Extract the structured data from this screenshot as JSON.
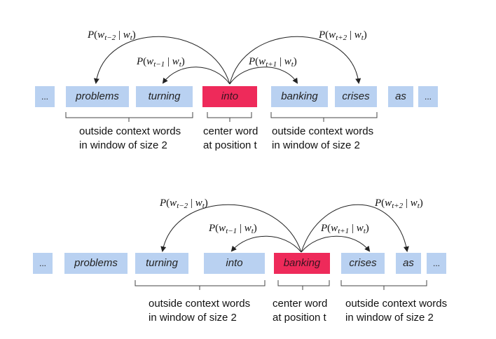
{
  "diagram_1": {
    "words": [
      "...",
      "problems",
      "turning",
      "into",
      "banking",
      "crises",
      "as",
      "..."
    ],
    "center_word": "into",
    "probabilities": {
      "p_minus2": {
        "w": "w",
        "sub": "t−2",
        "cond": "w",
        "csub": "t"
      },
      "p_minus1": {
        "w": "w",
        "sub": "t−1",
        "cond": "w",
        "csub": "t"
      },
      "p_plus1": {
        "w": "w",
        "sub": "t+1",
        "cond": "w",
        "csub": "t"
      },
      "p_plus2": {
        "w": "w",
        "sub": "t+2",
        "cond": "w",
        "csub": "t"
      }
    },
    "labels": {
      "left_line1": "outside context words",
      "left_line2": "in window of size 2",
      "center_line1": "center word",
      "center_line2": "at position t",
      "right_line1": "outside context words",
      "right_line2": "in window of size 2"
    }
  },
  "diagram_2": {
    "words": [
      "...",
      "problems",
      "turning",
      "into",
      "banking",
      "crises",
      "as",
      "..."
    ],
    "center_word": "banking",
    "probabilities": {
      "p_minus2": {
        "w": "w",
        "sub": "t−2",
        "cond": "w",
        "csub": "t"
      },
      "p_minus1": {
        "w": "w",
        "sub": "t−1",
        "cond": "w",
        "csub": "t"
      },
      "p_plus1": {
        "w": "w",
        "sub": "t+1",
        "cond": "w",
        "csub": "t"
      },
      "p_plus2": {
        "w": "w",
        "sub": "t+2",
        "cond": "w",
        "csub": "t"
      }
    },
    "labels": {
      "left_line1": "outside context words",
      "left_line2": "in window of size 2",
      "center_line1": "center word",
      "center_line2": "at position t",
      "right_line1": "outside context words",
      "right_line2": "in window of size 2"
    }
  },
  "colors": {
    "context_box": "#b9d1f1",
    "center_box": "#ee2a5a"
  }
}
